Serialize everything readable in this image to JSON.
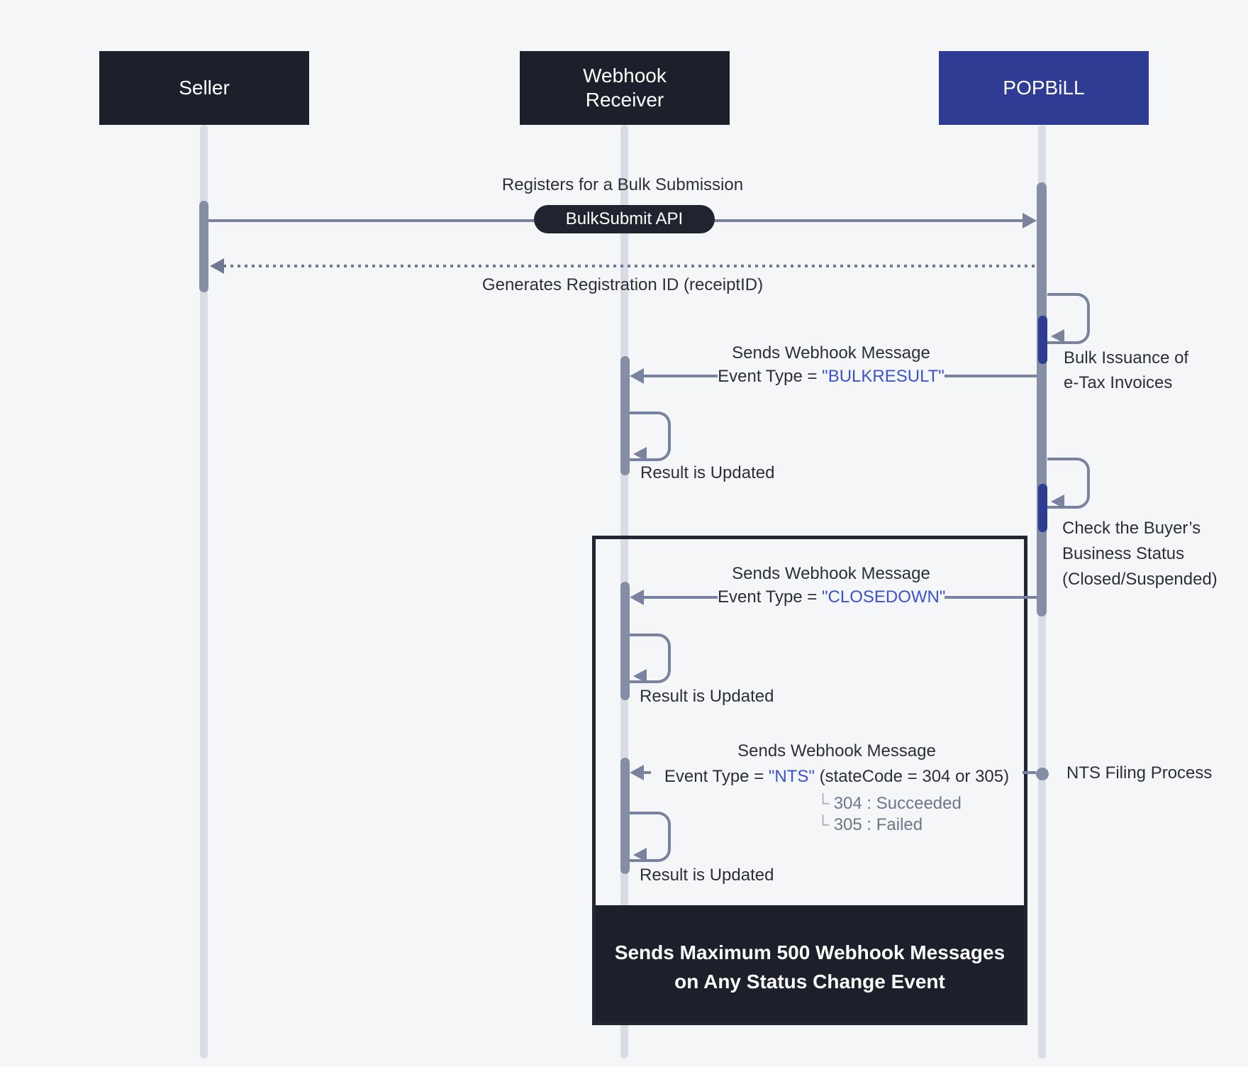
{
  "diagram": {
    "actors": {
      "seller": "Seller",
      "webhook_line1": "Webhook",
      "webhook_line2": "Receiver",
      "popbill": "POPBiLL"
    },
    "flow": {
      "register_label": "Registers for a Bulk Submission",
      "register_pill": "BulkSubmit API",
      "generates_label": "Generates Registration ID (receiptID)",
      "webhook_heading": "Sends Webhook Message",
      "event_prefix": "Event Type = ",
      "bulkresult_value": "\"BULKRESULT\"",
      "closedown_value": "\"CLOSEDOWN\"",
      "nts_value": "\"NTS\"",
      "nts_suffix": " (stateCode = 304 or 305)",
      "corner_glyph": "└",
      "code_304": "304 : Succeeded",
      "code_305": "305 : Failed",
      "result_updated": "Result is Updated",
      "bulk_issuance_line1": "Bulk Issuance of",
      "bulk_issuance_line2": "e-Tax Invoices",
      "check_line1": "Check the Buyer’s",
      "check_line2": "Business Status",
      "check_line3": "(Closed/Suspended)",
      "nts_filing": "NTS Filing Process",
      "frame_note_line1": "Sends Maximum 500 Webhook Messages",
      "frame_note_line2": "on Any Status Change Event"
    },
    "colors": {
      "background": "#f5f6f7",
      "dark_box": "#1b202b",
      "popbill_blue": "#2e3c94",
      "event_text_blue": "#3b52cf",
      "arrow_slate": "#79829e",
      "activation_gray": "#868ea6",
      "lifeline_gray": "#dadce5",
      "text_dark": "#2b2f39",
      "text_gray": "#70768a"
    }
  }
}
